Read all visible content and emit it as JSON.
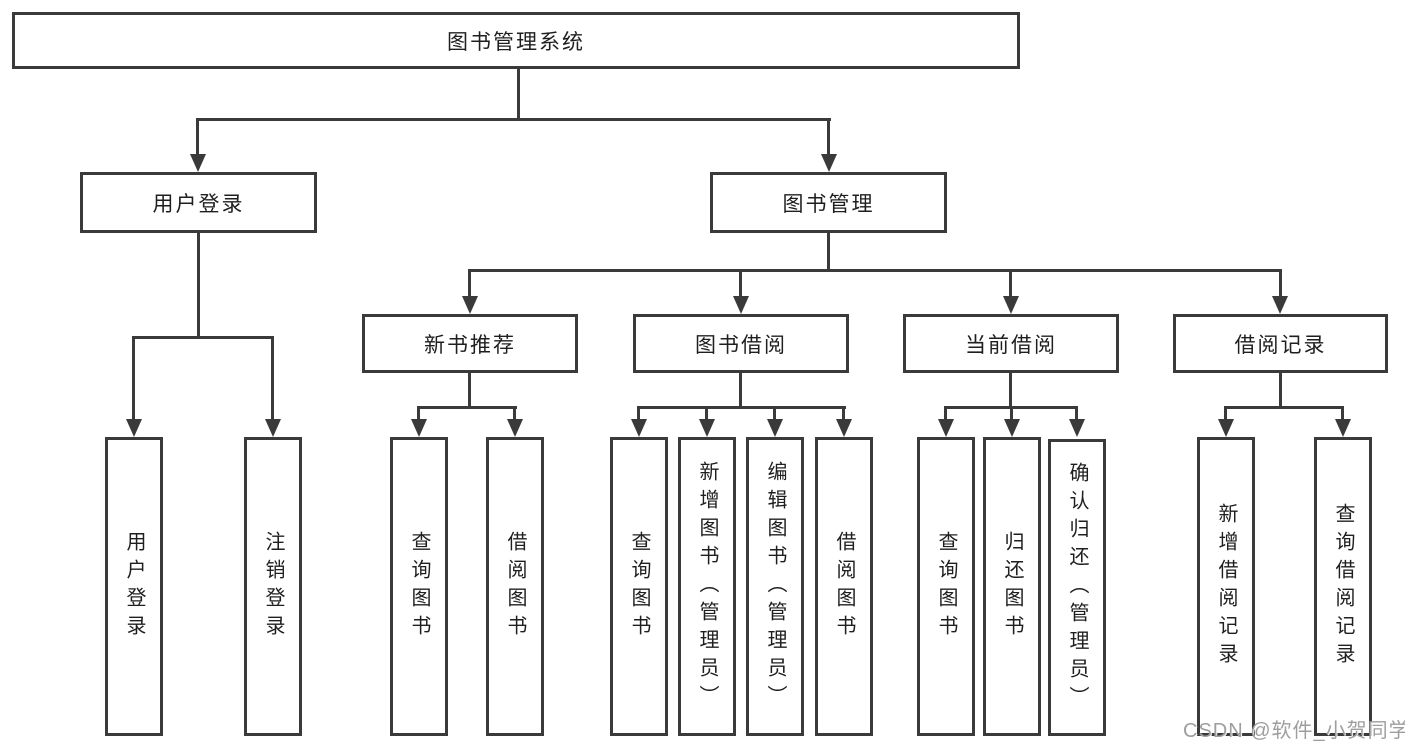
{
  "diagram": {
    "type": "tree",
    "colors": {
      "background": "#ffffff",
      "line": "#3a3a3a",
      "box_border": "#3a3a3a",
      "text": "#1f1f1f",
      "watermark": "#9e9e9e"
    },
    "watermark": "CSDN @软件_小贺同学",
    "tree": {
      "label": "图书管理系统",
      "children": [
        {
          "label": "用户登录",
          "children": [
            {
              "label": "用户登录"
            },
            {
              "label": "注销登录"
            }
          ]
        },
        {
          "label": "图书管理",
          "children": [
            {
              "label": "新书推荐",
              "children": [
                {
                  "label": "查询图书"
                },
                {
                  "label": "借阅图书"
                }
              ]
            },
            {
              "label": "图书借阅",
              "children": [
                {
                  "label": "查询图书"
                },
                {
                  "label": "新增图书（管理员）"
                },
                {
                  "label": "编辑图书（管理员）"
                },
                {
                  "label": "借阅图书"
                }
              ]
            },
            {
              "label": "当前借阅",
              "children": [
                {
                  "label": "查询图书"
                },
                {
                  "label": "归还图书"
                },
                {
                  "label": "确认归还（管理员）"
                }
              ]
            },
            {
              "label": "借阅记录",
              "children": [
                {
                  "label": "新增借阅记录"
                },
                {
                  "label": "查询借阅记录"
                }
              ]
            }
          ]
        }
      ]
    }
  }
}
